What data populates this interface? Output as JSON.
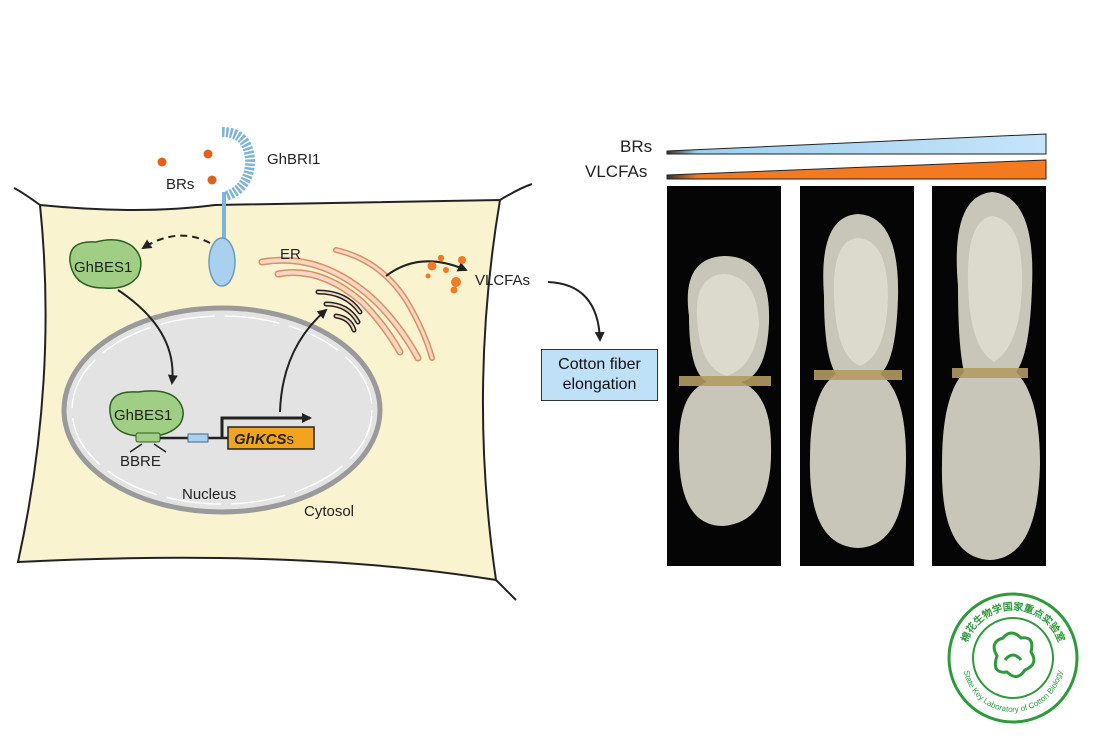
{
  "receptor_label": "GhBRI1",
  "hormone_label": "BRs",
  "tf_cytosol_label": "GhBES1",
  "tf_nuclear_label": "GhBES1",
  "er_label": "ER",
  "product_label": "VLCFAs",
  "gene_label_italic": "GhKCS",
  "gene_label_suffix": "s",
  "element_label": "BBRE",
  "nucleus_label": "Nucleus",
  "cytosol_label": "Cytosol",
  "outcome_label": "Cotton fiber\nelongation",
  "gradient": {
    "brs_label": "BRs",
    "vlcfas_label": "VLCFAs",
    "brs_color": "#bfe1f8",
    "vlcfas_color": "#f47a20"
  },
  "photos": {
    "count": 3,
    "background": "#050505"
  },
  "logo": {
    "text_cn": "棉花生物学国家重点实验室",
    "text_en": "State Key Laboratory of Cotton Biology",
    "color": "#2e9a3a"
  },
  "colors": {
    "cell_fill": "#faf3cf",
    "nucleus_fill": "#e3e3e3",
    "tf_fill": "#9fce84",
    "receptor": "#9bc8e6",
    "hormone": "#e0611e",
    "gene_box": "#f2a51c"
  }
}
